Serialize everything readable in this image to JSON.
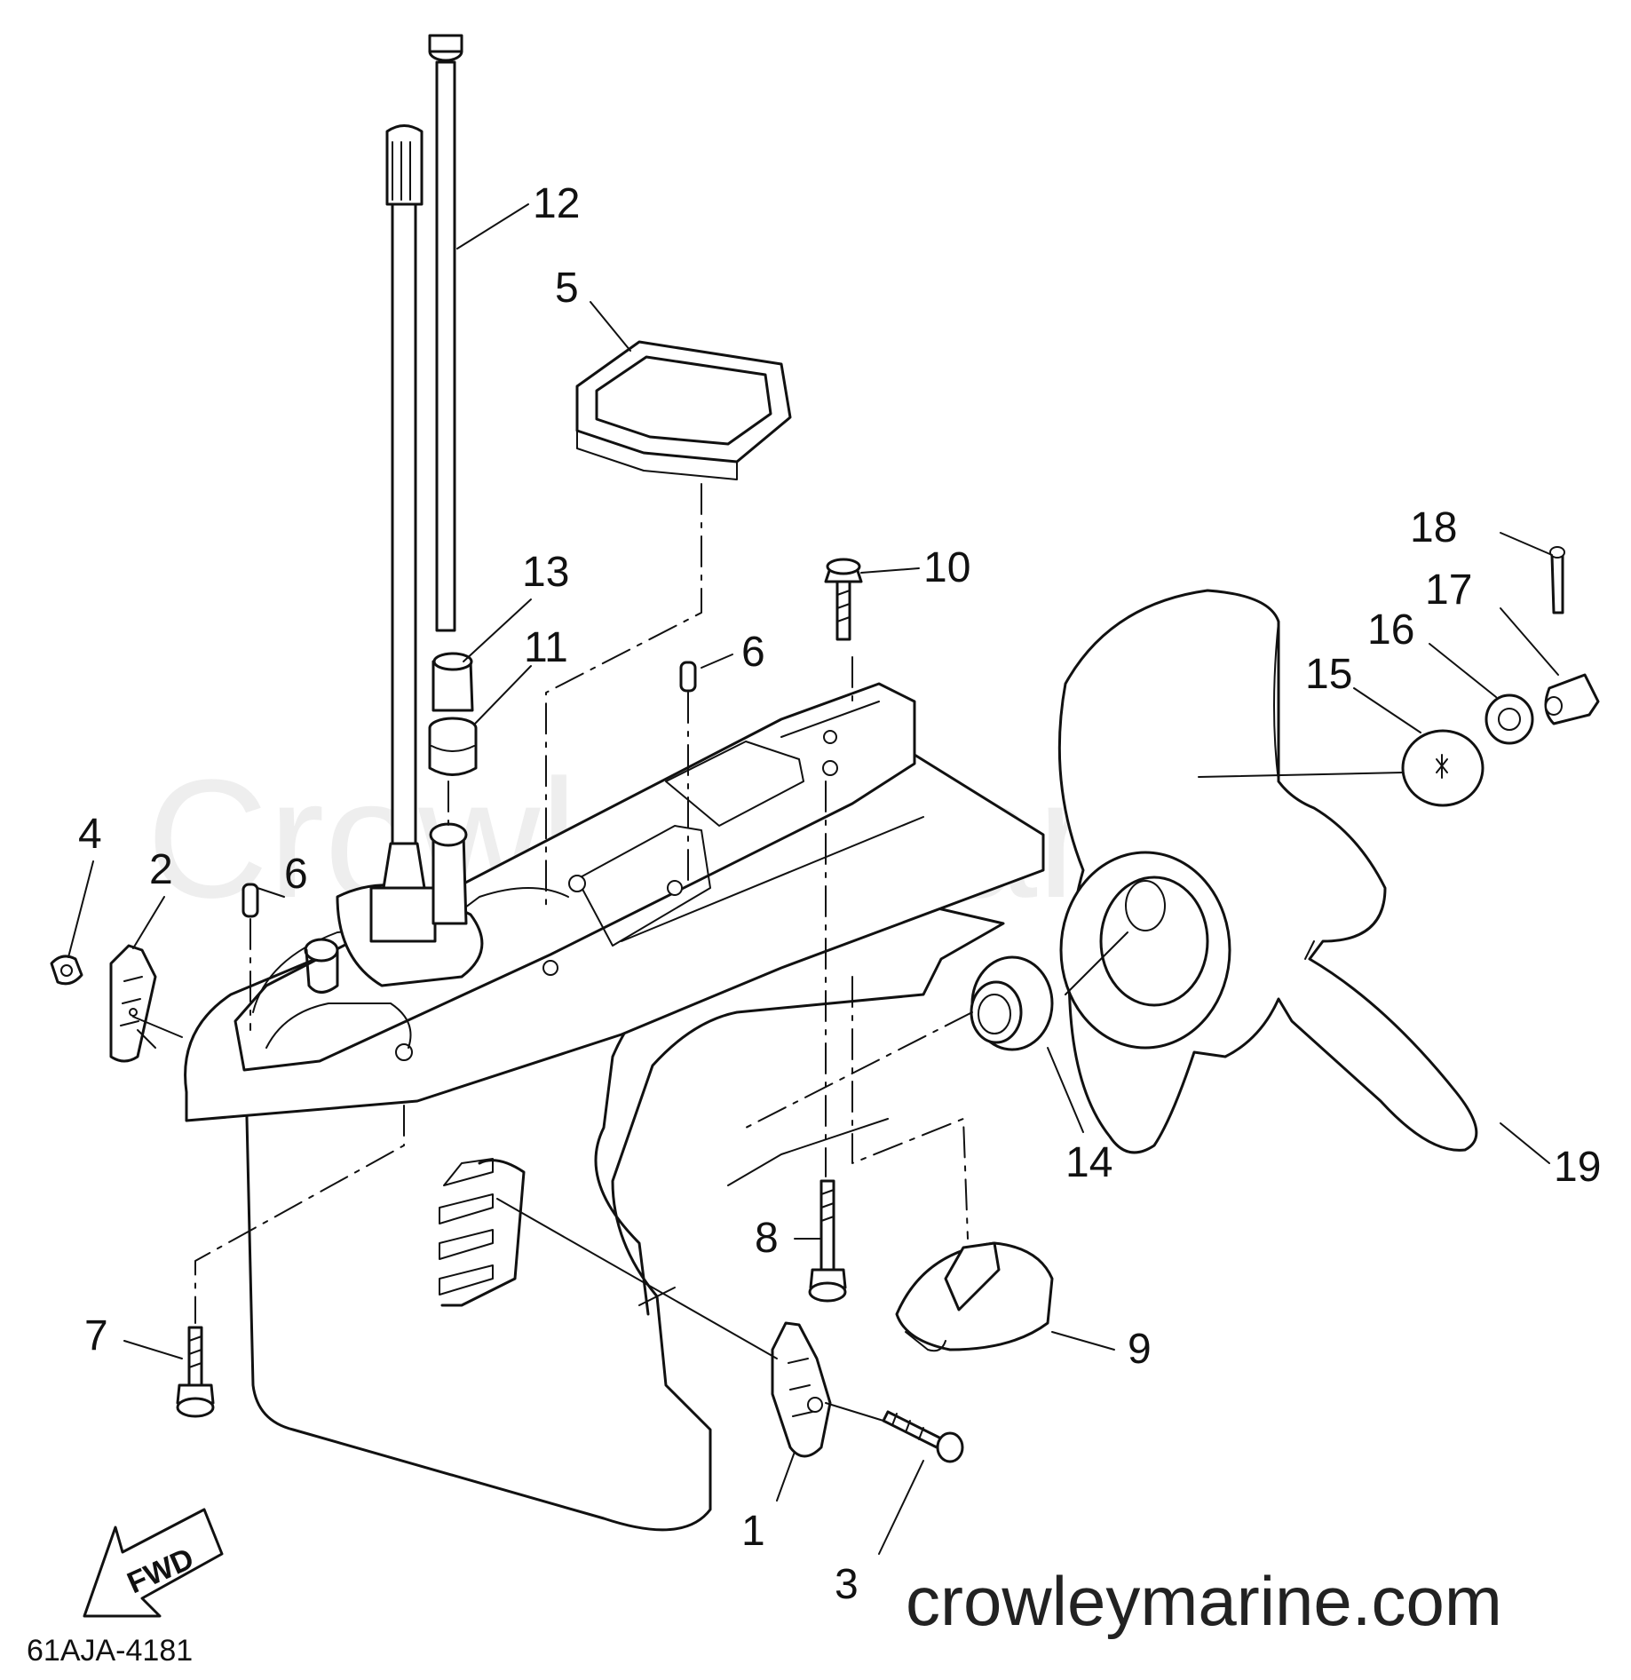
{
  "watermark": "Crowley Marine",
  "website": "crowleymarine.com",
  "diagram_code": "61AJA-4181",
  "direction_label": "FWD",
  "callouts": {
    "c1": "1",
    "c2": "2",
    "c3": "3",
    "c4": "4",
    "c5": "5",
    "c6a": "6",
    "c6b": "6",
    "c7": "7",
    "c8": "8",
    "c9": "9",
    "c10": "10",
    "c11": "11",
    "c12": "12",
    "c13": "13",
    "c14": "14",
    "c15": "15",
    "c16": "16",
    "c17": "17",
    "c18": "18",
    "c19": "19"
  }
}
